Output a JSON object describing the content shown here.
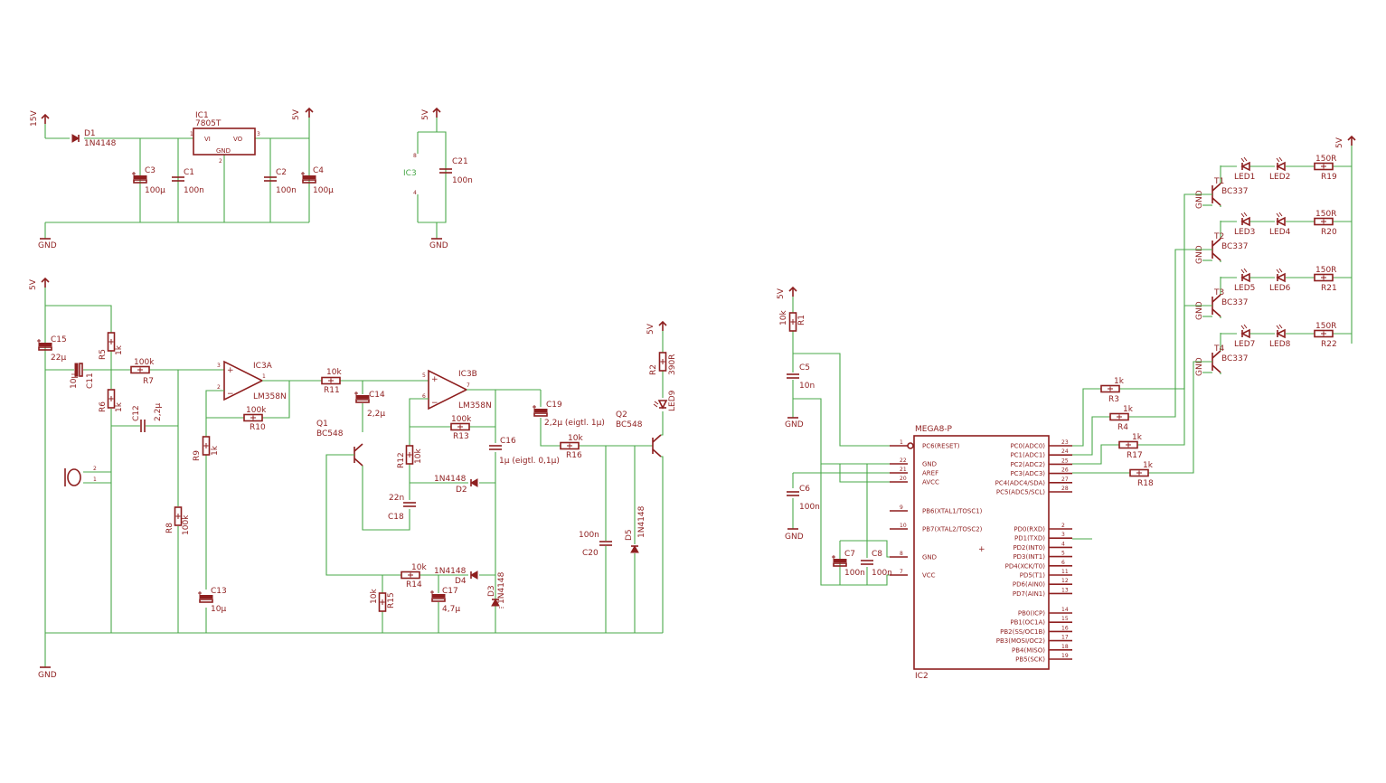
{
  "colors": {
    "wire": "#4aa84a",
    "part": "#8e1f1f",
    "background": "#ffffff"
  },
  "power": {
    "v15": "15V",
    "v5": "5V",
    "gnd": "GND"
  },
  "regulator": {
    "d1": "D1",
    "d1_val": "1N4148",
    "ic1": "IC1",
    "ic1_val": "7805T",
    "vi": "VI",
    "vo": "VO",
    "gnd": "GND",
    "pin1": "1",
    "pin2": "2",
    "pin3": "3",
    "c3": "C3",
    "c3_val": "100µ",
    "c1": "C1",
    "c1_val": "100n",
    "c2": "C2",
    "c2_val": "100n",
    "c4": "C4",
    "c4_val": "100µ"
  },
  "decoupling": {
    "ic3": "IC3",
    "p8": "8",
    "p4": "4",
    "c21": "C21",
    "c21_val": "100n"
  },
  "analog": {
    "c15": "C15",
    "c15_val": "22µ",
    "r5": "R5",
    "r5_val": "1k",
    "r6": "R6",
    "r6_val": "1k",
    "c11": "C11",
    "c11_val": "10µ",
    "r7": "R7",
    "r7_val": "100k",
    "c12": "C12",
    "c12_val": "2,2µ",
    "mic_p2": "2",
    "mic_p1": "1",
    "r8": "R8",
    "r8_val": "100k",
    "r9": "R9",
    "r9_val": "1k",
    "c13": "C13",
    "c13_val": "10µ",
    "ic3a": "IC3A",
    "ic3a_val": "LM358N",
    "ic3a_p1": "1",
    "ic3a_p2": "2",
    "ic3a_p3": "3",
    "r10": "R10",
    "r10_val": "100k",
    "r11": "R11",
    "r11_val": "10k",
    "c14": "C14",
    "c14_val": "2,2µ",
    "q1": "Q1",
    "q1_val": "BC548",
    "ic3b": "IC3B",
    "ic3b_val": "LM358N",
    "ic3b_p5": "5",
    "ic3b_p6": "6",
    "ic3b_p7": "7",
    "r13": "R13",
    "r13_val": "100k",
    "r12": "R12",
    "r12_val": "10k",
    "c16": "C16",
    "c16_val": "1µ (eigtl. 0,1µ)",
    "d2": "D2",
    "d2_val": "1N4148",
    "c18": "C18",
    "c18_val": "22n",
    "r14": "R14",
    "r14_val": "10k",
    "d4": "D4",
    "d4_val": "1N4148",
    "r15": "R15",
    "r15_val": "10k",
    "c17": "C17",
    "c17_val": "4,7µ",
    "d3": "D3",
    "d3_val": "1N4148",
    "c19": "C19",
    "c19_val": "2,2µ (eigtl. 1µ)",
    "r16": "R16",
    "r16_val": "10k",
    "c20": "C20",
    "c20_val": "100n",
    "d5": "D5",
    "d5_val": "1N4148",
    "q2": "Q2",
    "q2_val": "BC548",
    "r2": "R2",
    "r2_val": "390R",
    "led9": "LED9"
  },
  "mcu": {
    "r1": "R1",
    "r1_val": "10k",
    "c5": "C5",
    "c5_val": "10n",
    "c6": "C6",
    "c6_val": "100n",
    "c7": "C7",
    "c7_val": "100n",
    "c8": "C8",
    "c8_val": "100n",
    "ic2": "IC2",
    "ic2_val": "MEGA8-P",
    "left_pins": [
      {
        "num": "1",
        "name": "PC6(RESET)"
      },
      {
        "num": "22",
        "name": "GND"
      },
      {
        "num": "21",
        "name": "AREF"
      },
      {
        "num": "20",
        "name": "AVCC"
      },
      {
        "num": "9",
        "name": "PB6(XTAL1/TOSC1)"
      },
      {
        "num": "10",
        "name": "PB7(XTAL2/TOSC2)"
      },
      {
        "num": "8",
        "name": "GND"
      },
      {
        "num": "7",
        "name": "VCC"
      }
    ],
    "right_pins_c": [
      {
        "num": "23",
        "name": "PC0(ADC0)"
      },
      {
        "num": "24",
        "name": "PC1(ADC1)"
      },
      {
        "num": "25",
        "name": "PC2(ADC2)"
      },
      {
        "num": "26",
        "name": "PC3(ADC3)"
      },
      {
        "num": "27",
        "name": "PC4(ADC4/SDA)"
      },
      {
        "num": "28",
        "name": "PC5(ADC5/SCL)"
      }
    ],
    "right_pins_d": [
      {
        "num": "2",
        "name": "PD0(RXD)"
      },
      {
        "num": "3",
        "name": "PD1(TXD)"
      },
      {
        "num": "4",
        "name": "PD2(INT0)"
      },
      {
        "num": "5",
        "name": "PD3(INT1)"
      },
      {
        "num": "6",
        "name": "PD4(XCK/T0)"
      },
      {
        "num": "11",
        "name": "PD5(T1)"
      },
      {
        "num": "12",
        "name": "PD6(AIN0)"
      },
      {
        "num": "13",
        "name": "PD7(AIN1)"
      }
    ],
    "right_pins_b": [
      {
        "num": "14",
        "name": "PB0(ICP)"
      },
      {
        "num": "15",
        "name": "PB1(OC1A)"
      },
      {
        "num": "16",
        "name": "PB2(SS/OC1B)"
      },
      {
        "num": "17",
        "name": "PB3(MOSI/OC2)"
      },
      {
        "num": "18",
        "name": "PB4(MISO)"
      },
      {
        "num": "19",
        "name": "PB5(SCK)"
      }
    ]
  },
  "drivers": {
    "base_resistors": [
      {
        "name": "R3",
        "val": "1k"
      },
      {
        "name": "R4",
        "val": "1k"
      },
      {
        "name": "R17",
        "val": "1k"
      },
      {
        "name": "R18",
        "val": "1k"
      }
    ],
    "rows": [
      {
        "t": "T1",
        "tval": "BC337",
        "led_a": "LED1",
        "led_b": "LED2",
        "r": "R19",
        "rval": "150R"
      },
      {
        "t": "T2",
        "tval": "BC337",
        "led_a": "LED3",
        "led_b": "LED4",
        "r": "R20",
        "rval": "150R"
      },
      {
        "t": "T3",
        "tval": "BC337",
        "led_a": "LED5",
        "led_b": "LED6",
        "r": "R21",
        "rval": "150R"
      },
      {
        "t": "T4",
        "tval": "BC337",
        "led_a": "LED7",
        "led_b": "LED8",
        "r": "R22",
        "rval": "150R"
      }
    ]
  }
}
